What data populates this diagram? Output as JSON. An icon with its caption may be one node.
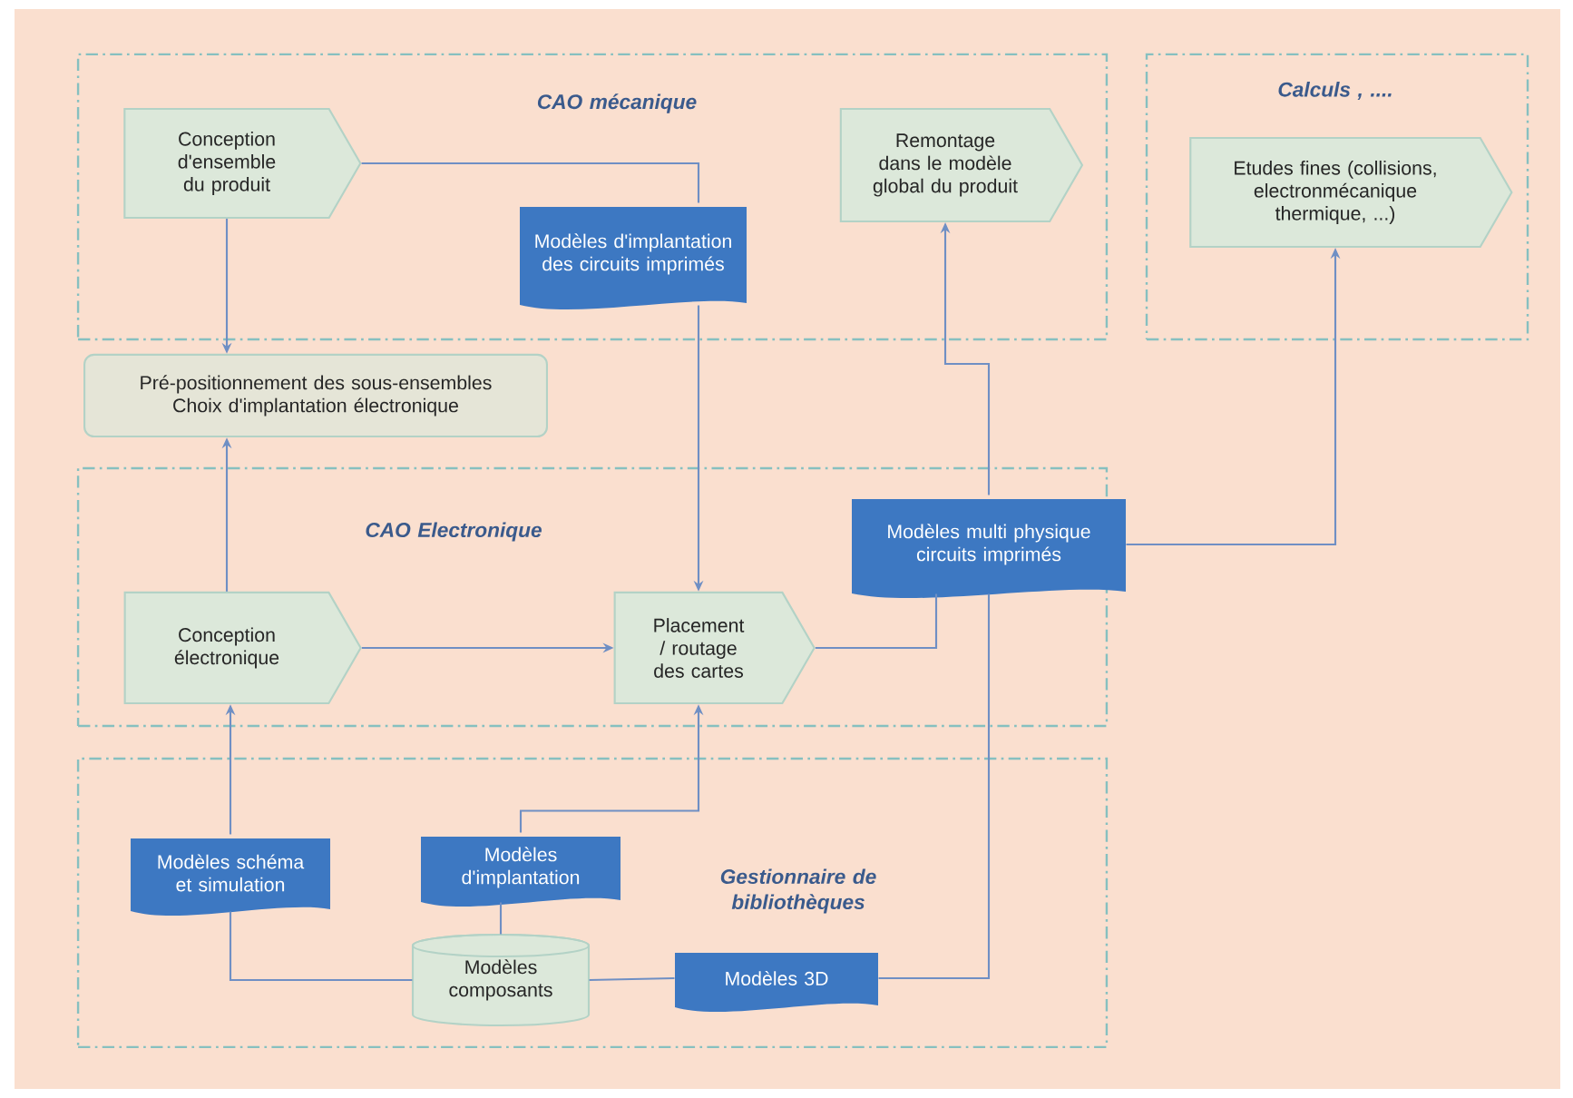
{
  "diagram": {
    "nodes": [
      {
        "text": [
          "CAO mécanique"
        ]
      },
      {
        "text": [
          "Conception d'ensemble du produit"
        ],
        "in": 0
      },
      {
        "text": [
          "Modèles d'implantation des circuits imprimés"
        ],
        "in": 0
      },
      {
        "text": [
          "Remontage dans le modèle global du produit"
        ],
        "in": 0
      },
      {
        "text": [
          "Calculs , ...."
        ]
      },
      {
        "text": [
          "Etudes fines (collisions, electronmécanique thermique, ...)"
        ],
        "in": 4
      },
      {
        "text": [
          "Pré-positionnement des sous-ensembles Choix d'implantation électronique"
        ]
      },
      {
        "text": [
          "CAO Electronique"
        ]
      },
      {
        "text": [
          "Conception électronique"
        ],
        "in": 7
      },
      {
        "text": [
          "Placement / routage des cartes"
        ],
        "in": 7
      },
      {
        "text": [
          "Modèles multi physique circuits imprimés"
        ]
      },
      {
        "text": [
          "Gestionnaire de bibliothèques"
        ]
      },
      {
        "text": [
          "Modèles schéma et simulation"
        ],
        "in": 11
      },
      {
        "text": [
          "Modèles d'implantation"
        ],
        "in": 11
      },
      {
        "text": [
          "Modèles composants"
        ],
        "in": 11
      },
      {
        "text": [
          "Modèles 3D"
        ],
        "in": 11
      }
    ],
    "edges": [
      {
        "from": 1,
        "to": 6,
        "arrow": "to"
      },
      {
        "from": 1,
        "to": 2,
        "arrow": "none"
      },
      {
        "from": 2,
        "to": 9,
        "arrow": "to"
      },
      {
        "from": 8,
        "to": 6,
        "arrow": "to"
      },
      {
        "from": 8,
        "to": 9,
        "arrow": "to"
      },
      {
        "from": 9,
        "to": 10,
        "arrow": "none"
      },
      {
        "from": 10,
        "to": 5,
        "arrow": "to"
      },
      {
        "from": 12,
        "to": 8,
        "arrow": "to"
      },
      {
        "from": 14,
        "to": 12,
        "arrow": "none"
      },
      {
        "from": 14,
        "to": 13,
        "arrow": "none"
      },
      {
        "from": 13,
        "to": 9,
        "arrow": "to"
      },
      {
        "from": 14,
        "to": 15,
        "arrow": "none"
      },
      {
        "from": 15,
        "to": 10,
        "arrow": "none"
      },
      {
        "from": 10,
        "to": 3,
        "arrow": "to"
      }
    ]
  }
}
